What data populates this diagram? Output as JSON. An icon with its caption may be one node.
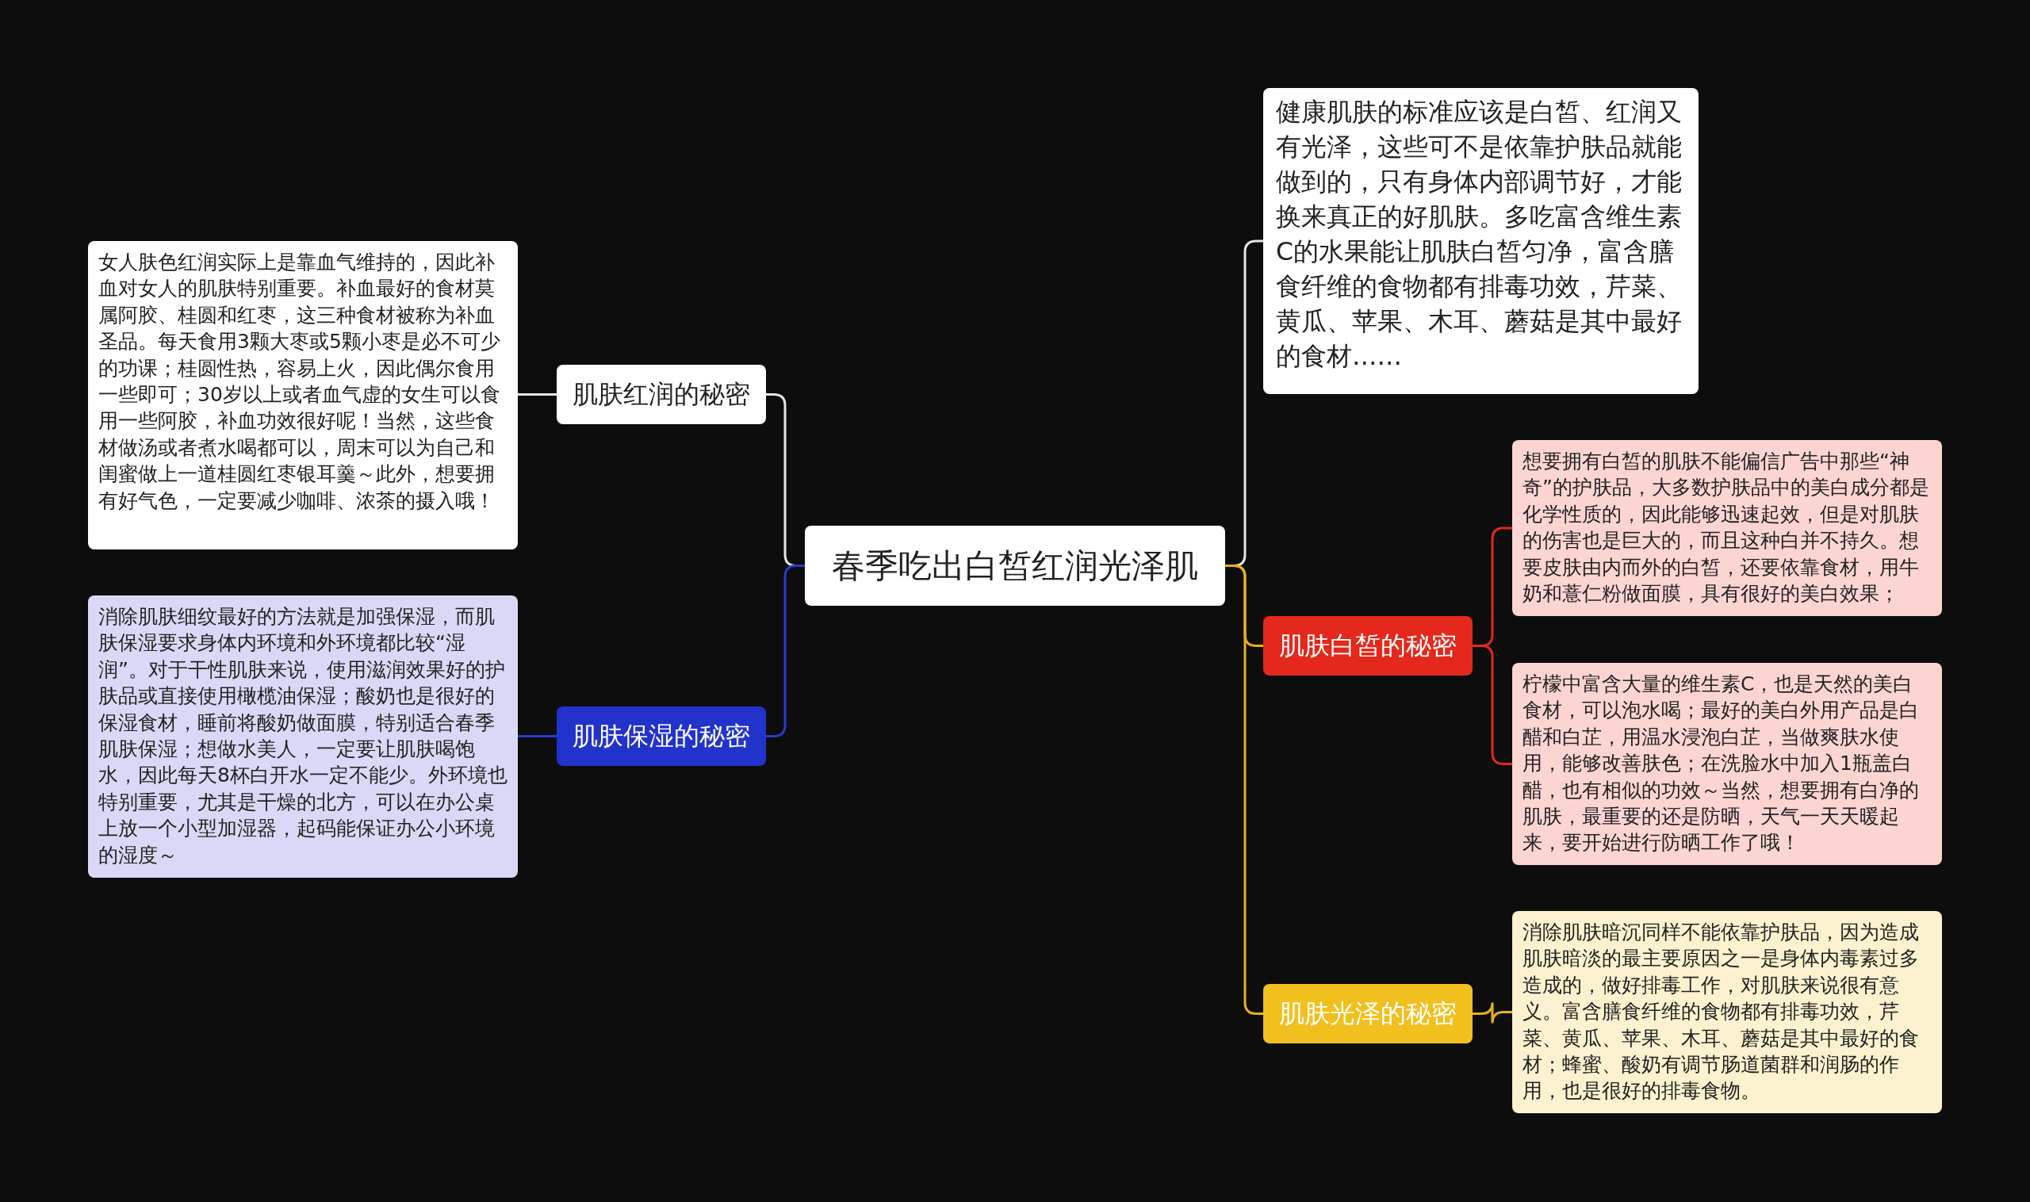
{
  "diagram": {
    "nodes": [
      {
        "text": [
          "春季吃出白皙红润光泽肌"
        ]
      },
      {
        "text": [
          "肌肤红润的秘密"
        ]
      },
      {
        "text": [
          "女人肤色红润实际上是靠血气维持的，因此补血对女人的肌肤特别重要。补血最好的食材莫属阿胶、桂圆和红枣，这三种食材被称为补血圣品。每天食用3颗大枣或5颗小枣是必不可少的功课；桂圆性热，容易上火，因此偶尔食用一些即可；30岁以上或者血气虚的女生可以食用一些阿胶，补血功效很好呢！当然，这些食材做汤或者煮水喝都可以，周末可以为自己和闺蜜做上一道桂圆红枣银耳羹～此外，想要拥有好气色，一定要减少咖啡、浓茶的摄入哦！"
        ]
      },
      {
        "text": [
          "肌肤保湿的秘密"
        ]
      },
      {
        "text": [
          "消除肌肤细纹最好的方法就是加强保湿，而肌肤保湿要求身体内环境和外环境都比较“湿润”。对于干性肌肤来说，使用滋润效果好的护肤品或直接使用橄榄油保湿；酸奶也是很好的保湿食材，睡前将酸奶做面膜，特别适合春季肌肤保湿；想做水美人，一定要让肌肤喝饱水，因此每天8杯白开水一定不能少。外环境也特别重要，尤其是干燥的北方，可以在办公桌上放一个小型加湿器，起码能保证办公小环境的湿度～"
        ]
      },
      {
        "text": [
          "健康肌肤的标准应该是白皙、红润又有光泽，这些可不是依靠护肤品就能做到的，只有身体内部调节好，才能换来真正的好肌肤。多吃富含维生素C的水果能让肌肤白皙匀净，富含膳食纤维的食物都有排毒功效，芹菜、黄瓜、苹果、木耳、蘑菇是其中最好的食材……"
        ]
      },
      {
        "text": [
          "肌肤白皙的秘密"
        ]
      },
      {
        "text": [
          "想要拥有白皙的肌肤不能偏信广告中那些“神奇”的护肤品，大多数护肤品中的美白成分都是化学性质的，因此能够迅速起效，但是对肌肤的伤害也是巨大的，而且这种白并不持久。想要皮肤由内而外的白皙，还要依靠食材，用牛奶和薏仁粉做面膜，具有很好的美白效果；"
        ]
      },
      {
        "text": [
          "柠檬中富含大量的维生素C，也是天然的美白食材，可以泡水喝；最好的美白外用产品是白醋和白芷，用温水浸泡白芷，当做爽肤水使用，能够改善肤色；在洗脸水中加入1瓶盖白醋，也有相似的功效～当然，想要拥有白净的肌肤，最重要的还是防晒，天气一天天暖起来，要开始进行防晒工作了哦！"
        ]
      },
      {
        "text": [
          "肌肤光泽的秘密"
        ]
      },
      {
        "text": [
          "消除肌肤暗沉同样不能依靠护肤品，因为造成肌肤暗淡的最主要原因之一是身体内毒素过多造成的，做好排毒工作，对肌肤来说很有意义。富含膳食纤维的食物都有排毒功效，芹菜、黄瓜、苹果、木耳、蘑菇是其中最好的食材；蜂蜜、酸奶有调节肠道菌群和润肠的作用，也是很好的排毒食物。"
        ]
      }
    ],
    "edges": [
      {
        "from": 0,
        "to": 1,
        "arrow": "none",
        "color": "#e6e6e6"
      },
      {
        "from": 1,
        "to": 2,
        "arrow": "none",
        "color": "#e6e6e6"
      },
      {
        "from": 0,
        "to": 3,
        "arrow": "none",
        "color": "#2a3ad0"
      },
      {
        "from": 3,
        "to": 4,
        "arrow": "none",
        "color": "#2a3ad0"
      },
      {
        "from": 0,
        "to": 5,
        "arrow": "none",
        "color": "#e6e6e6"
      },
      {
        "from": 0,
        "to": 6,
        "arrow": "none",
        "color": "#e8b21a"
      },
      {
        "from": 6,
        "to": 7,
        "arrow": "none",
        "color": "#e4281c"
      },
      {
        "from": 6,
        "to": 8,
        "arrow": "none",
        "color": "#e4281c"
      },
      {
        "from": 0,
        "to": 9,
        "arrow": "none",
        "color": "#e8b21a"
      },
      {
        "from": 9,
        "to": 10,
        "arrow": "none",
        "color": "#e8b21a"
      }
    ]
  }
}
